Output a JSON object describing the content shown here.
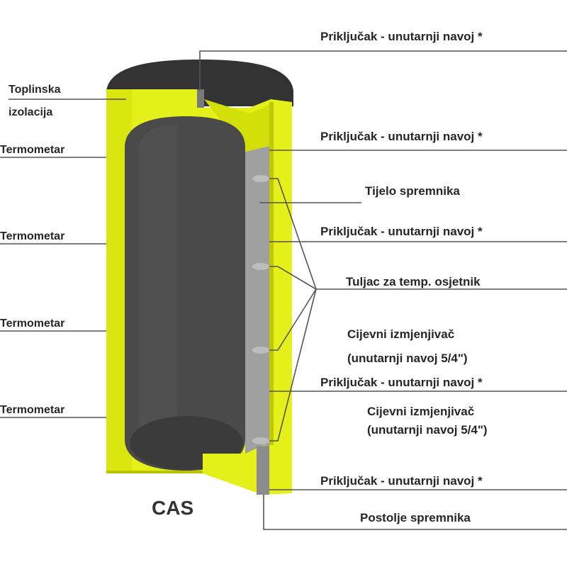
{
  "title": "CAS",
  "colors": {
    "insulation": "#e5ef1a",
    "insulation_edge": "#b9c400",
    "tank_body": "#4a4a4a",
    "inner_wall": "#9a9a9a",
    "top_cap": "#333333",
    "leader": "#555555",
    "text": "#262626"
  },
  "labels": {
    "insulation_line1": "Toplinska",
    "insulation_line2": "izolacija",
    "thermometer": "Termometar",
    "connection": "Priključak - unutarnji navoj *",
    "tank_body": "Tijelo spremnika",
    "sensor_sleeve": "Tuljac za temp. osjetnik",
    "heat_exchanger_line1": "Cijevni izmjenjivač",
    "heat_exchanger_line2": "(unutarnji navoj 5/4\")",
    "tank_stand": "Postolje spremnika"
  }
}
